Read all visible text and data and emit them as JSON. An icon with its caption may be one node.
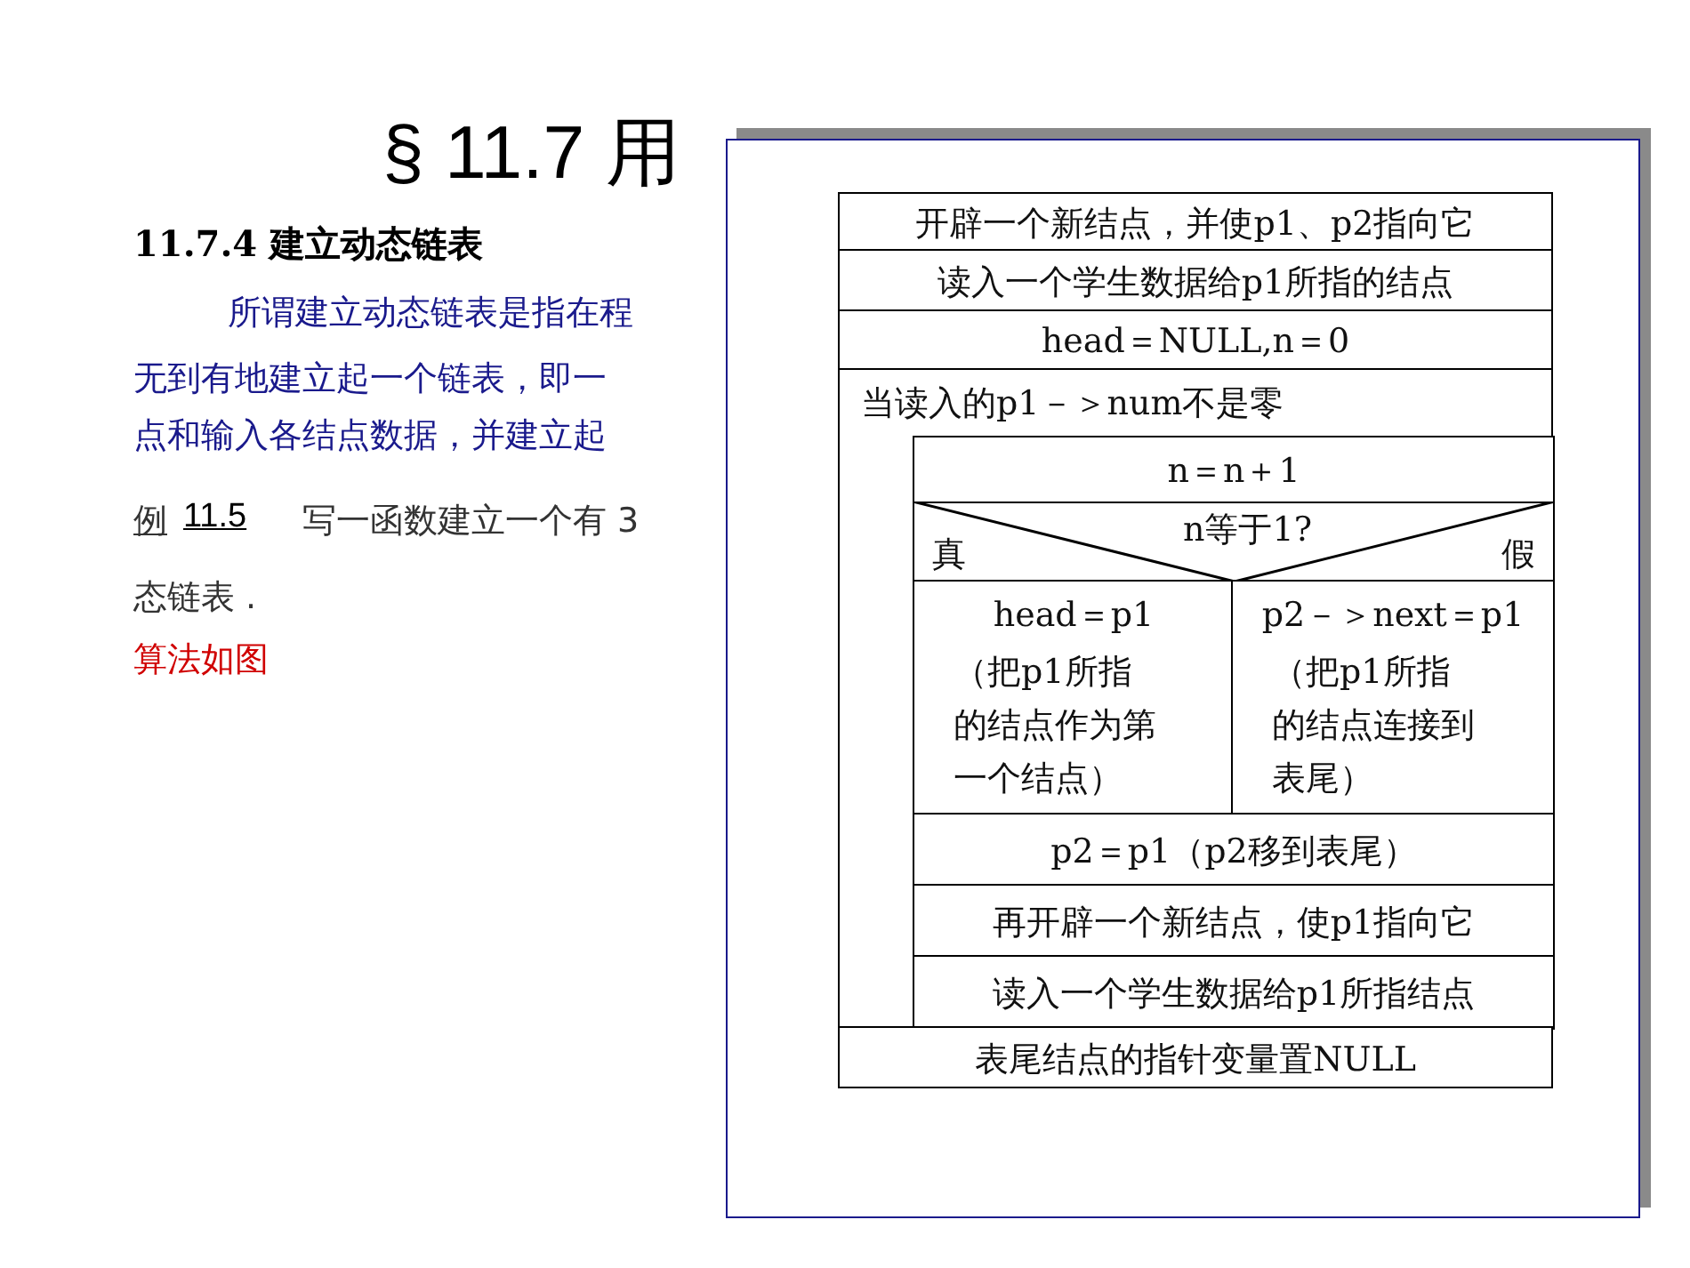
{
  "diagram": {
    "title": "§ 11.7 用",
    "nodes": [
      {
        "text": [
          "开辟一个新结点，并使p1、p2指向它"
        ]
      },
      {
        "text": [
          "读入一个学生数据给p1所指的结点"
        ]
      },
      {
        "text": [
          "head＝NULL,n＝0"
        ]
      },
      {
        "text": [
          "当读入的p1－＞num不是零"
        ]
      },
      {
        "text": [
          "n＝n＋1"
        ],
        "in": 3
      },
      {
        "text": [
          "n等于1?",
          "真",
          "假"
        ],
        "in": 3
      },
      {
        "text": [
          "head＝p1",
          "（把p1所指的结点作为第一个结点）"
        ],
        "in": 3
      },
      {
        "text": [
          "p2－＞next＝p1",
          "（把p1所指的结点连接到表尾）"
        ],
        "in": 3
      },
      {
        "text": [
          "p2＝p1（p2移到表尾）"
        ],
        "in": 3
      },
      {
        "text": [
          "再开辟一个新结点，使p1指向它"
        ],
        "in": 3
      },
      {
        "text": [
          "读入一个学生数据给p1所指结点"
        ],
        "in": 3
      },
      {
        "text": [
          "表尾结点的指针变量置NULL"
        ]
      }
    ],
    "edges": [],
    "labels": [
      "11.7.4  建立动态链表",
      "所谓建立动态链表是指在程",
      "无到有地建立起一个链表，即一",
      "点和输入各结点数据，并建立起",
      "例",
      "11.5",
      "写一函数建立一个有 3",
      "态链表 .",
      "算法如图"
    ]
  }
}
